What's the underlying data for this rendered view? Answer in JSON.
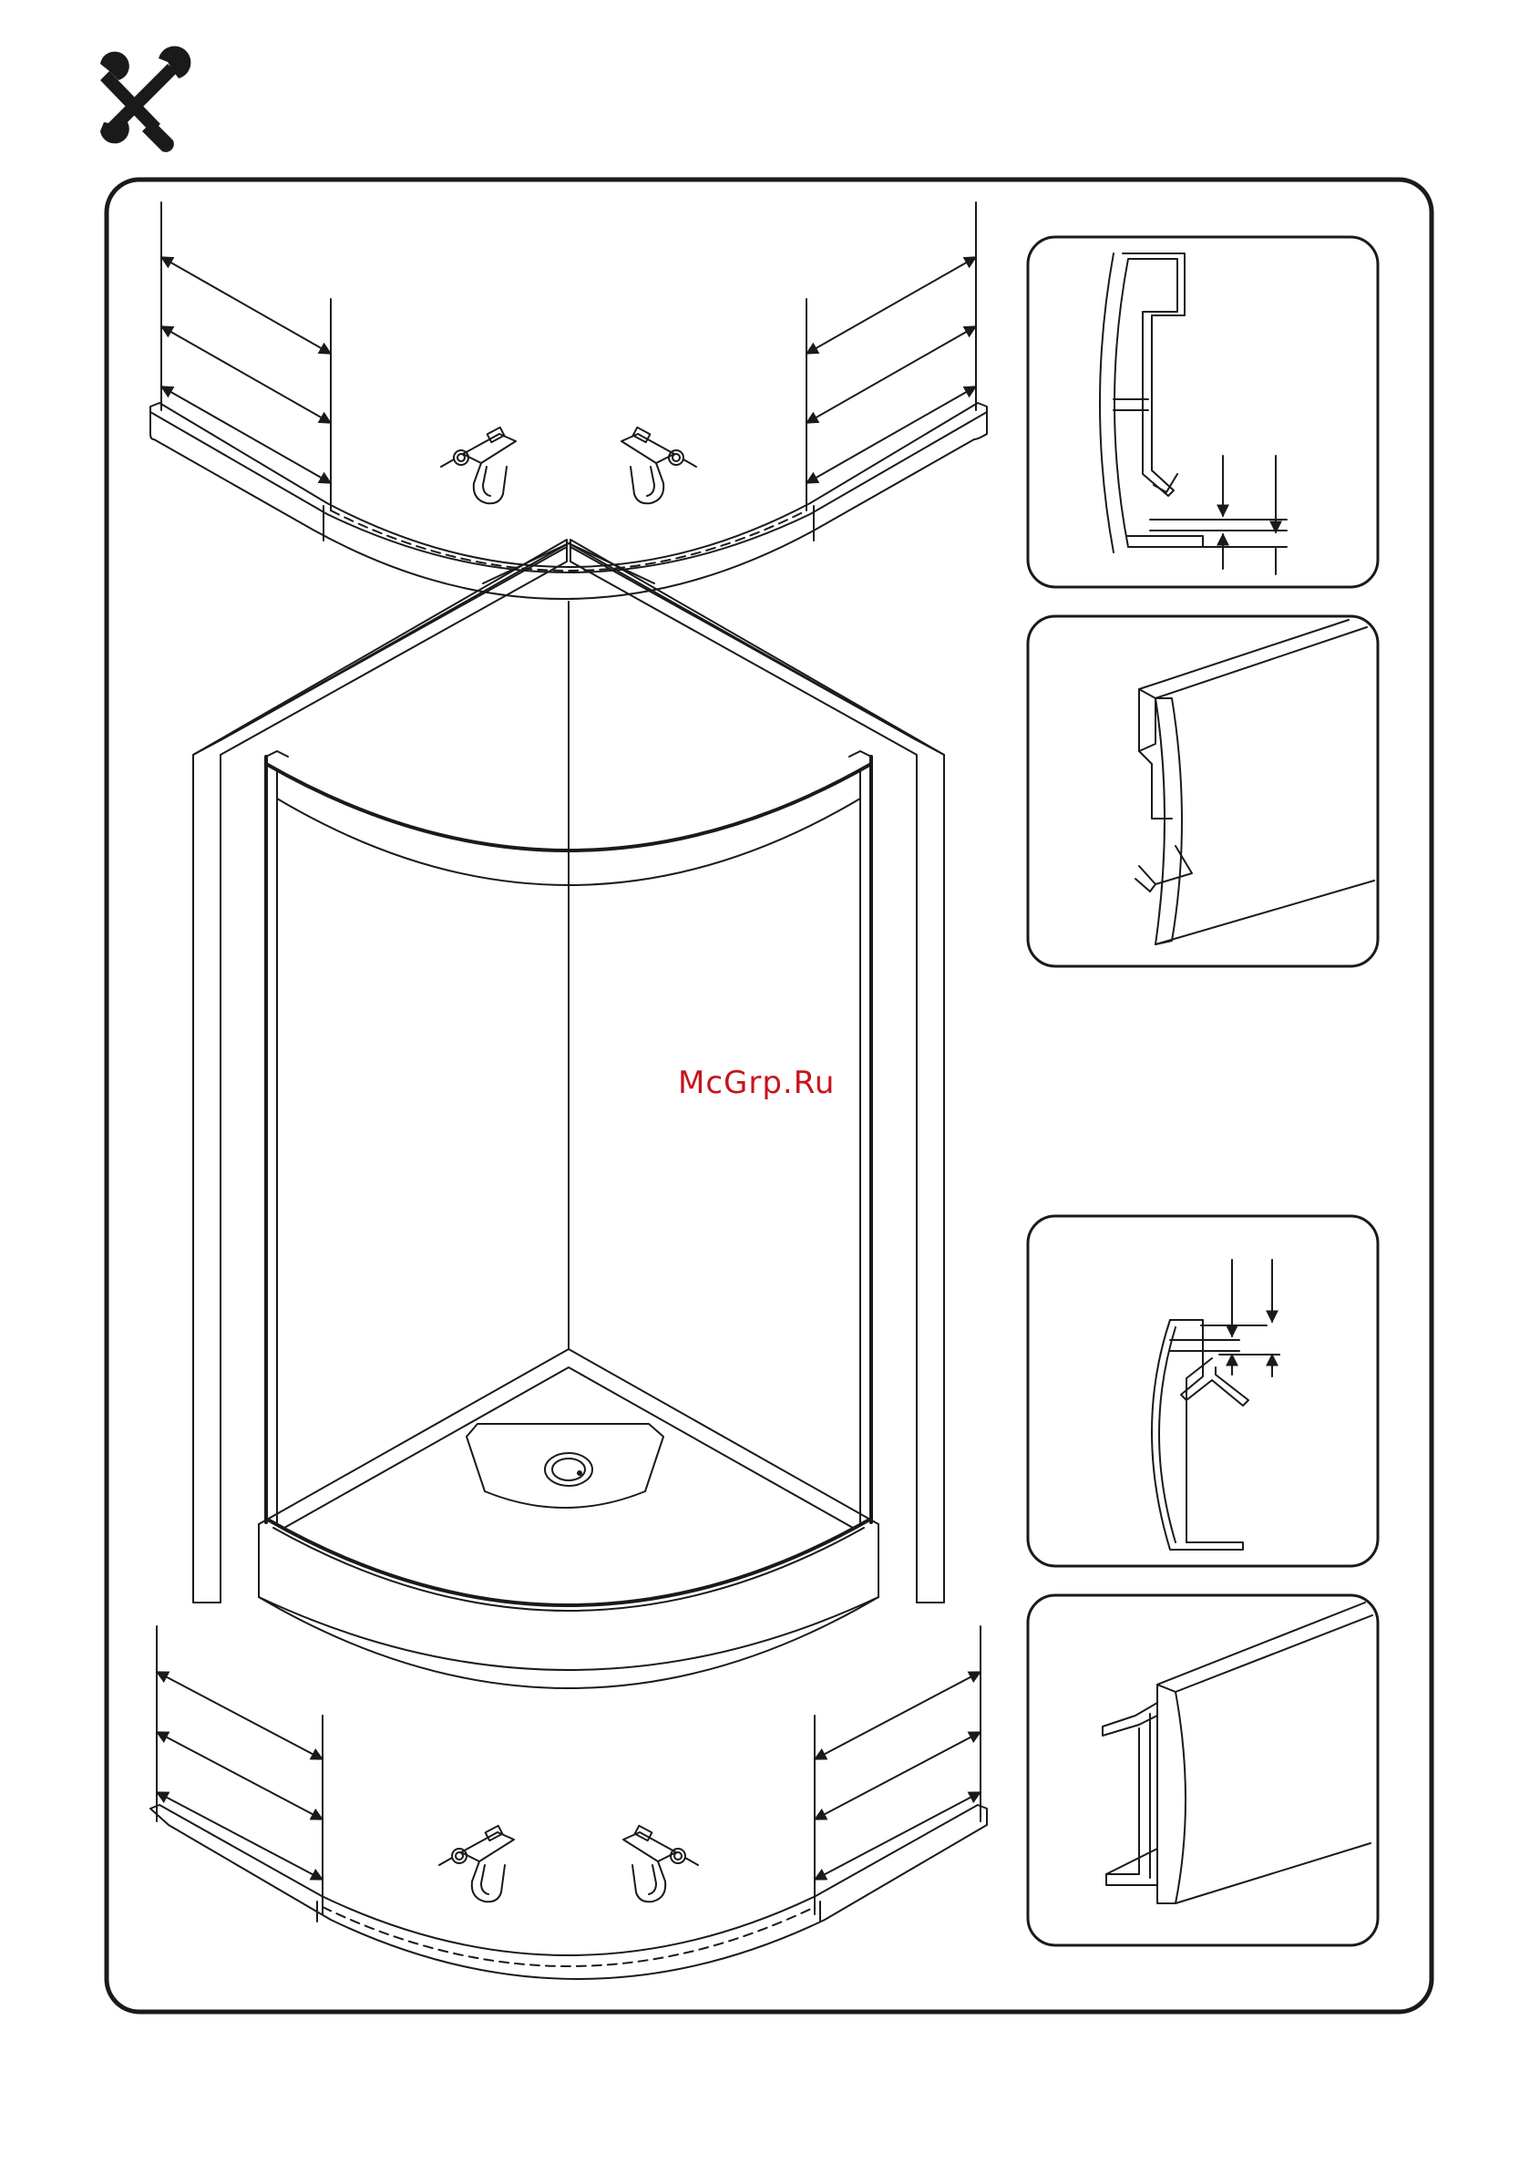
{
  "header": {
    "icon": "tools-icon"
  },
  "watermark": {
    "text": "McGrp.Ru",
    "color": "#c8141e"
  },
  "palette": {
    "line": "#1a1a1a",
    "paper": "#ffffff"
  },
  "icons": {
    "drill": "drill-icon",
    "tools": "tools-icon"
  },
  "detail_panels": [
    {
      "name": "profile-cross-section-top"
    },
    {
      "name": "profile-perspective-top"
    },
    {
      "name": "profile-cross-section-bottom"
    },
    {
      "name": "profile-perspective-bottom"
    }
  ]
}
